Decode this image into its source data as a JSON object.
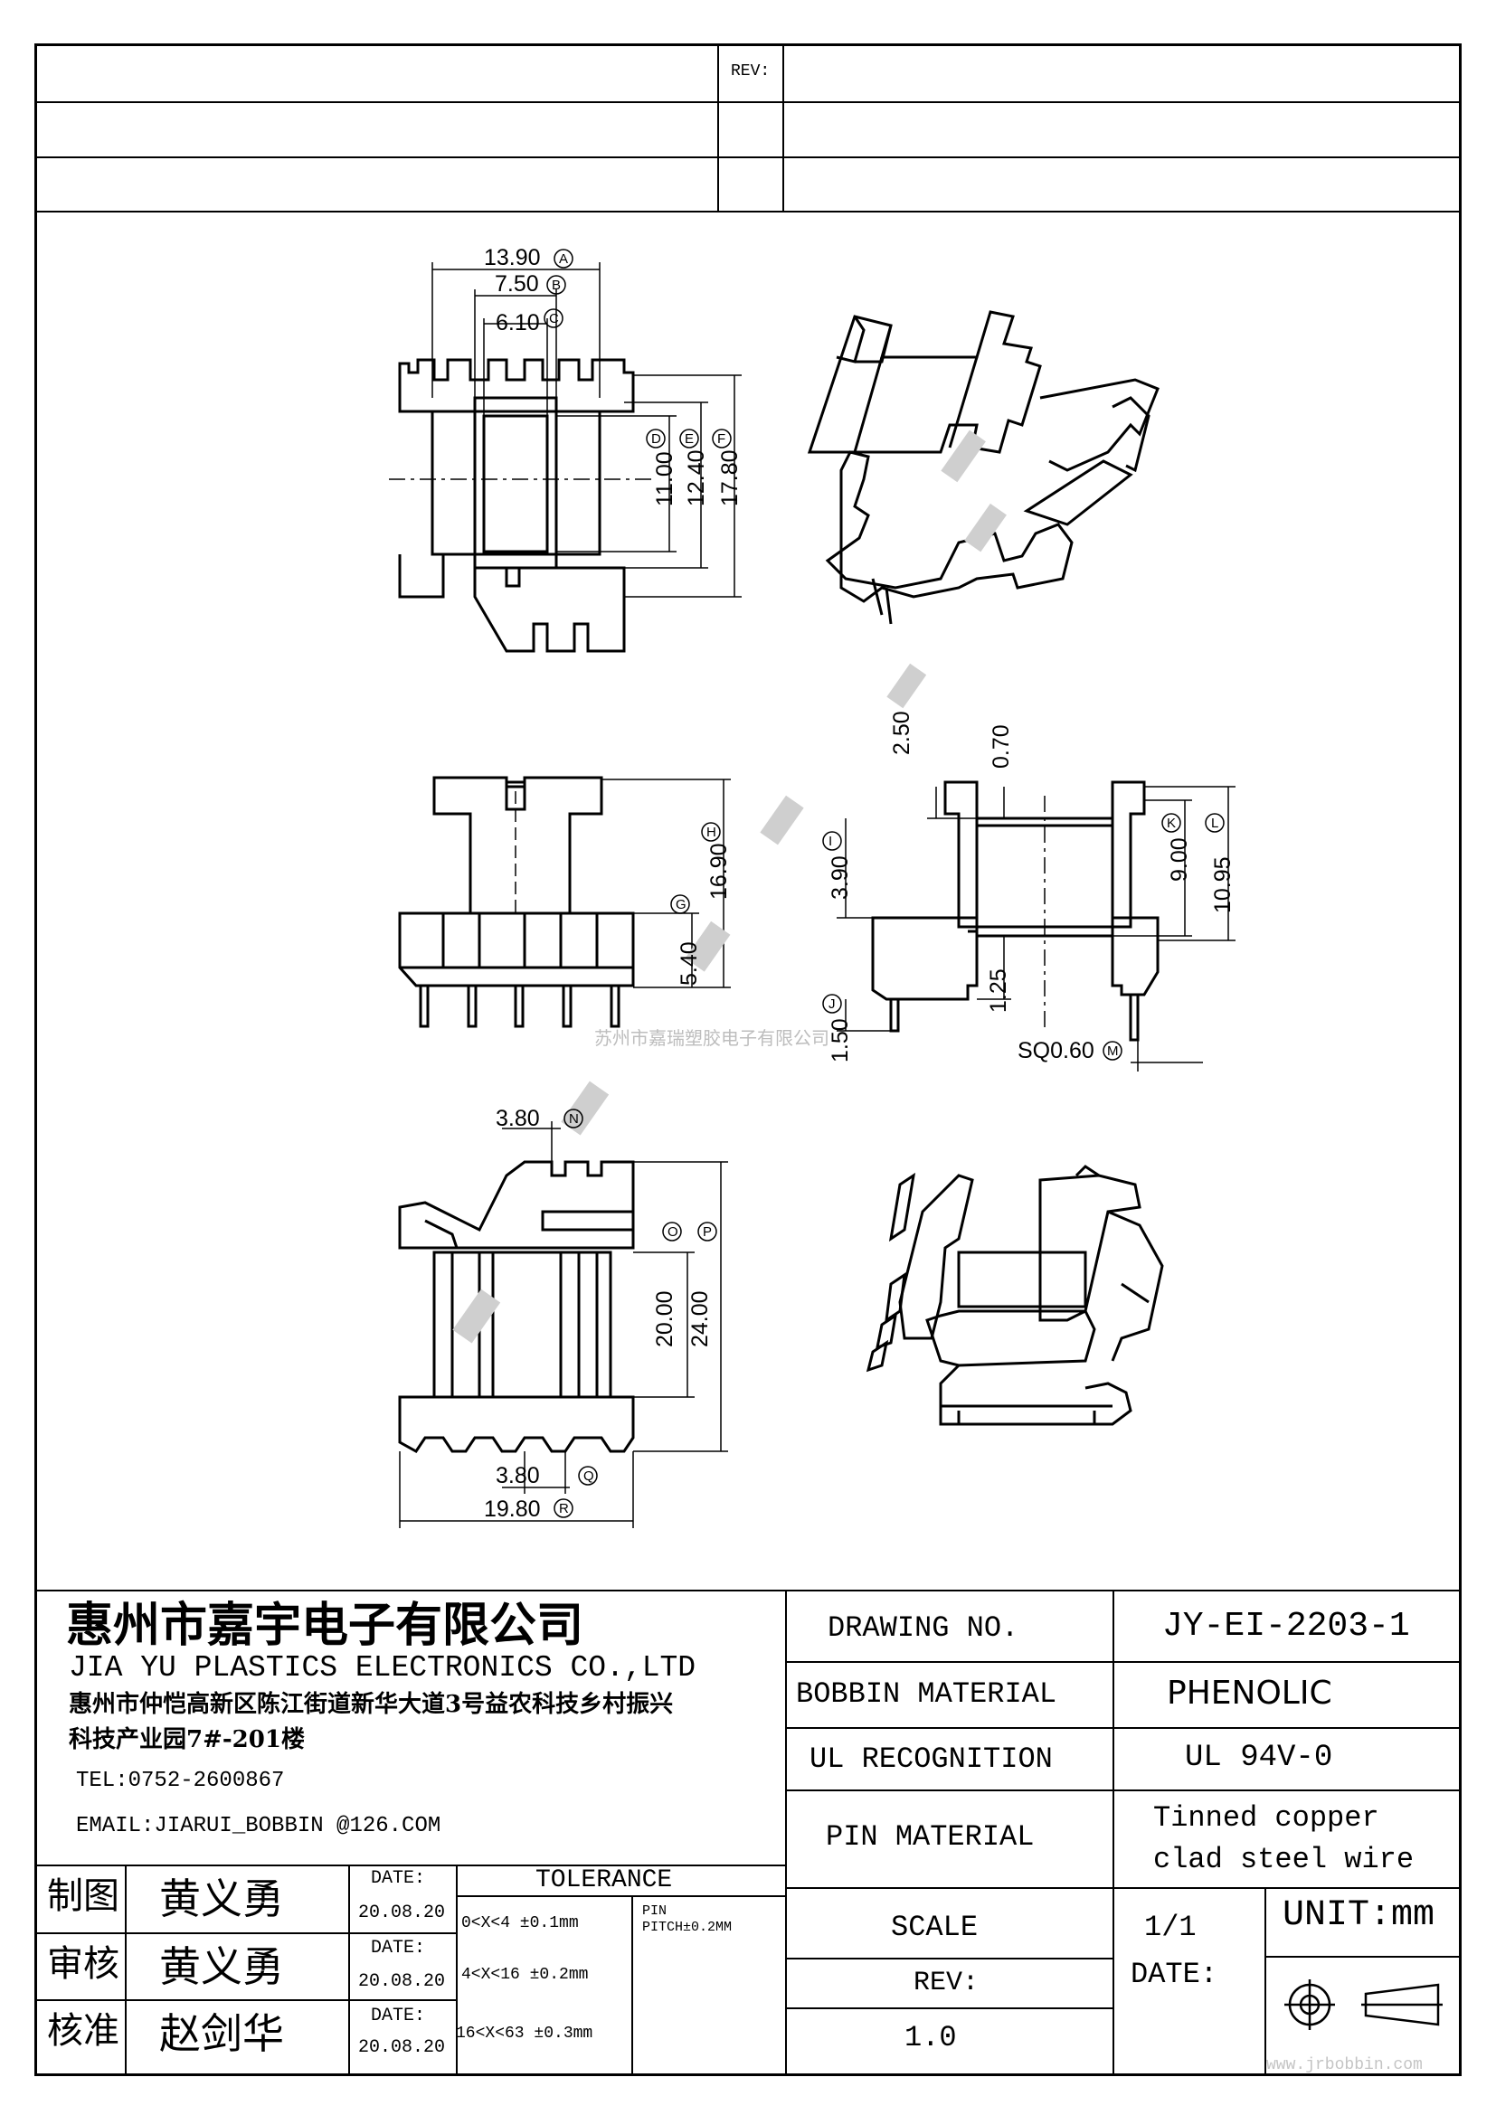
{
  "rev_header": {
    "label": "REV:"
  },
  "watermark": {
    "company": "苏州市嘉瑞塑胶电子有限公司",
    "url": "www.jrbobbin.com"
  },
  "drawing": {
    "top_view": {
      "w_a": "13.90",
      "w_b": "7.50",
      "w_c": "6.10",
      "h_d": "11.00",
      "h_e": "12.40",
      "h_f": "17.80",
      "tag_a": "A",
      "tag_b": "B",
      "tag_c": "C",
      "tag_d": "D",
      "tag_e": "E",
      "tag_f": "F"
    },
    "front_view": {
      "h_h": "16.90",
      "h_g": "5.40",
      "tag_h": "H",
      "tag_g": "G"
    },
    "side_view": {
      "d_250": "2.50",
      "d_070": "0.70",
      "h_i": "3.90",
      "h_k": "9.00",
      "h_l": "10.95",
      "d_125": "1.25",
      "h_j": "1.50",
      "sq": "SQ0.60",
      "tag_i": "I",
      "tag_k": "K",
      "tag_l": "L",
      "tag_j": "J",
      "tag_m": "M"
    },
    "bottom_view": {
      "w_n": "3.80",
      "h_o": "20.00",
      "h_p": "24.00",
      "w_q": "3.80",
      "w_r": "19.80",
      "tag_n": "N",
      "tag_o": "O",
      "tag_p": "P",
      "tag_q": "Q",
      "tag_r": "R"
    }
  },
  "company": {
    "name_cn": "惠州市嘉宇电子有限公司",
    "name_en": "JIA YU PLASTICS ELECTRONICS CO.,LTD",
    "address_1": "惠州市仲恺高新区陈江街道新华大道3号益农科技乡村振兴",
    "address_2": "科技产业园7#-201楼",
    "tel": "TEL:0752-2600867",
    "email": "EMAIL:JIARUI_BOBBIN @126.COM"
  },
  "signoff": [
    {
      "role": "制图",
      "name": "黄义勇",
      "date_label": "DATE:",
      "date": "20.08.20"
    },
    {
      "role": "审核",
      "name": "黄义勇",
      "date_label": "DATE:",
      "date": "20.08.20"
    },
    {
      "role": "核准",
      "name": "赵剑华",
      "date_label": "DATE:",
      "date": "20.08.20"
    }
  ],
  "tolerance": {
    "title": "TOLERANCE",
    "rows": [
      "0<X<4 ±0.1mm",
      "4<X<16 ±0.2mm",
      "16<X<63 ±0.3mm"
    ],
    "pin_label": "PIN",
    "pin_value": "PITCH±0.2MM"
  },
  "spec": {
    "drawing_no_label": "DRAWING  NO.",
    "drawing_no": "JY-EI-2203-1",
    "bobbin_material_label": "BOBBIN  MATERIAL",
    "bobbin_material": "PHENOLIC",
    "ul_label": "UL RECOGNITION",
    "ul_value": "UL 94V-0",
    "pin_material_label": "PIN MATERIAL",
    "pin_material_1": "Tinned copper",
    "pin_material_2": "clad steel wire",
    "scale_label": "SCALE",
    "scale_value": "1/1",
    "unit": "UNIT:mm",
    "rev_label": "REV:",
    "rev_value": "1.0",
    "date_label": "DATE:"
  }
}
